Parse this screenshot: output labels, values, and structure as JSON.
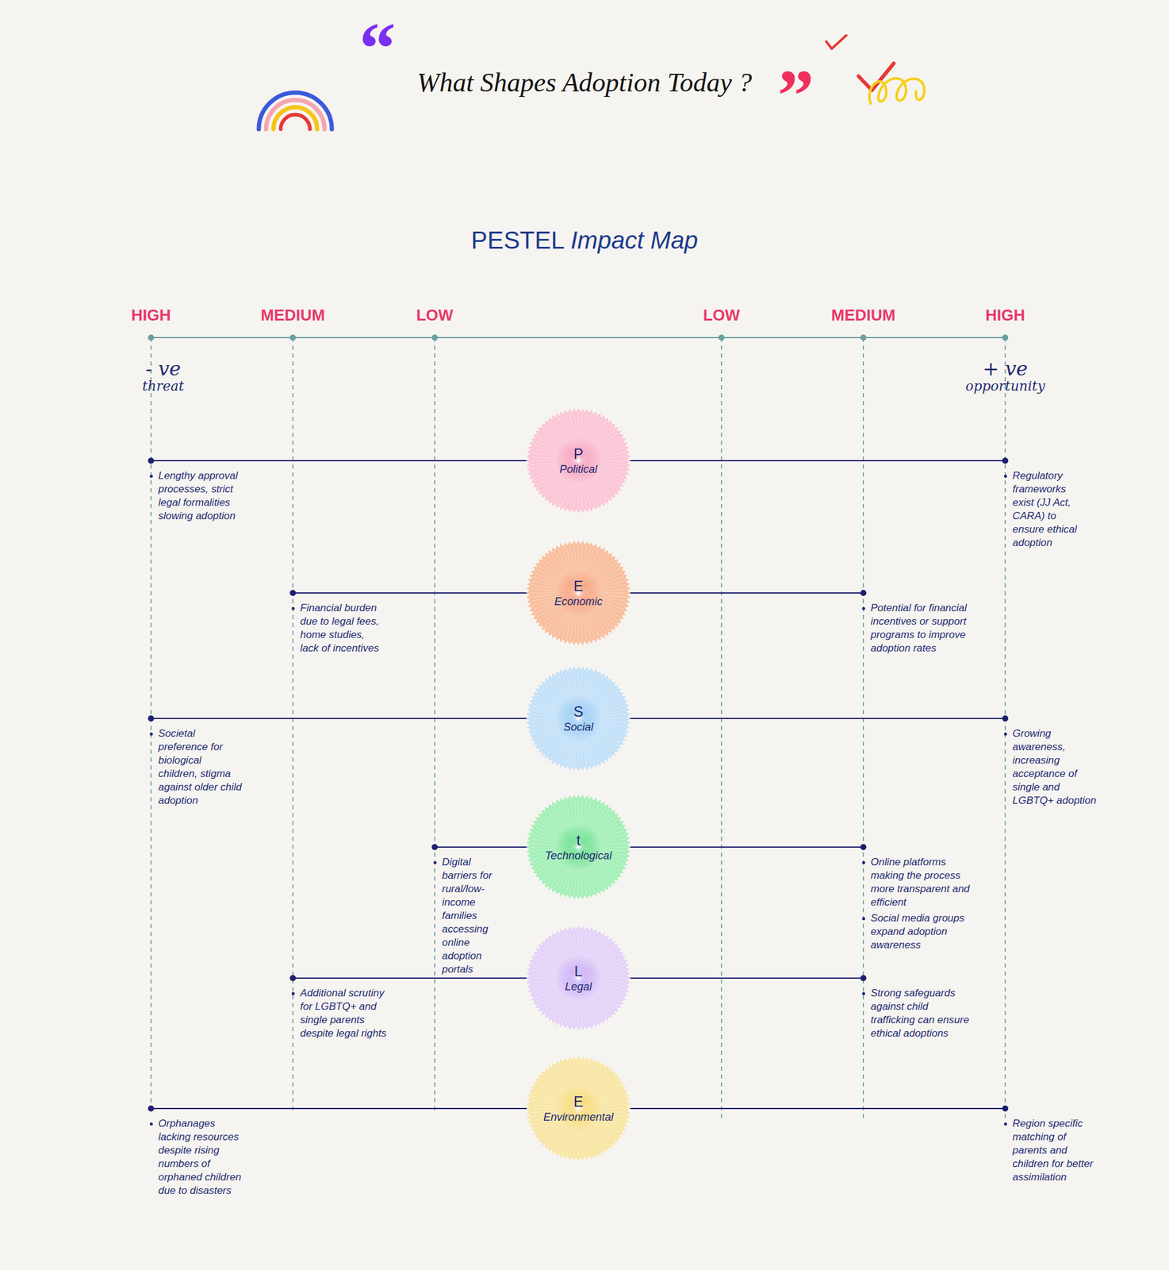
{
  "diagram": {
    "title": "What Shapes Adoption Today ?",
    "nodes": [
      {
        "text": [
          "P",
          "Political"
        ]
      },
      {
        "text": [
          "E",
          "Economic"
        ]
      },
      {
        "text": [
          "S",
          "Social"
        ]
      },
      {
        "text": [
          "t",
          "Technological"
        ]
      },
      {
        "text": [
          "L",
          "Legal"
        ]
      },
      {
        "text": [
          "E",
          "Environmental"
        ]
      }
    ],
    "labels": [
      "“",
      "”",
      "PESTEL",
      "Impact Map",
      "HIGH",
      "MEDIUM",
      "LOW",
      "LOW",
      "MEDIUM",
      "HIGH",
      "- ve",
      "threat",
      "+ ve",
      "opportunity",
      "Lengthy approval processes, strict legal formalities slowing adoption",
      "Regulatory frameworks exist (JJ Act, CARA) to ensure ethical adoption",
      "Financial burden due to legal fees, home studies, lack of incentives",
      "Potential for financial incentives or support programs to improve adoption rates",
      "Societal preference for biological children, stigma against older child adoption",
      "Growing awareness, increasing acceptance of single and LGBTQ+ adoption",
      "Digital barriers for rural/low-income families accessing online adoption portals",
      "Online platforms making the process more transparent and efficient",
      "Social media groups expand adoption awareness",
      "Additional scrutiny for LGBTQ+ and single parents despite legal rights",
      "Strong safeguards against child trafficking can ensure ethical adoptions",
      "Orphanages lacking resources despite rising numbers of orphaned children due to disasters",
      "Region specific matching of parents and children for better assimilation"
    ]
  }
}
